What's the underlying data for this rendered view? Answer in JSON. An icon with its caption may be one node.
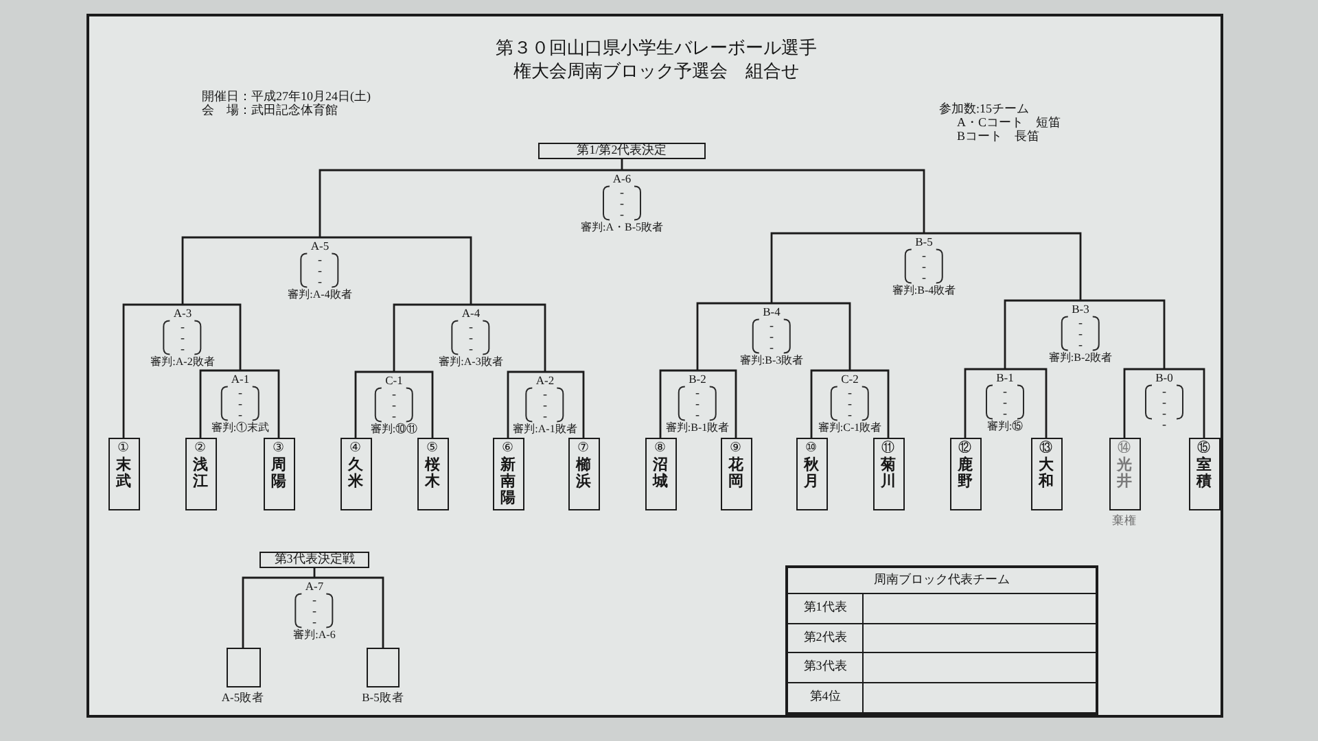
{
  "diagram": {
    "title": "第３０回山口県小学生バレーボール選手権大会周南ブロック予選会　組合せ",
    "nodes": [
      {
        "text": [
          "第1/第2代表決定"
        ]
      },
      {
        "text": [
          "A-6",
          "- - -",
          "審判:A・B-5敗者"
        ]
      },
      {
        "text": [
          "A-5",
          "- - -",
          "審判:A-4敗者"
        ]
      },
      {
        "text": [
          "B-5",
          "- - -",
          "審判:B-4敗者"
        ]
      },
      {
        "text": [
          "A-3",
          "- - -",
          "審判:A-2敗者"
        ]
      },
      {
        "text": [
          "A-4",
          "- - -",
          "審判:A-3敗者"
        ]
      },
      {
        "text": [
          "B-4",
          "- - -",
          "審判:B-3敗者"
        ]
      },
      {
        "text": [
          "B-3",
          "- - -",
          "審判:B-2敗者"
        ]
      },
      {
        "text": [
          "A-1",
          "- - -",
          "審判:①末武"
        ]
      },
      {
        "text": [
          "C-1",
          "- - -",
          "審判:⑩⑪"
        ]
      },
      {
        "text": [
          "A-2",
          "- - -",
          "審判:A-1敗者"
        ]
      },
      {
        "text": [
          "B-2",
          "- - -",
          "審判:B-1敗者"
        ]
      },
      {
        "text": [
          "C-2",
          "- - -",
          "審判:C-1敗者"
        ]
      },
      {
        "text": [
          "B-1",
          "- - -",
          "審判:⑮"
        ]
      },
      {
        "text": [
          "B-0",
          "- - - -"
        ]
      },
      {
        "text": [
          "①",
          "末武"
        ]
      },
      {
        "text": [
          "②",
          "浅江"
        ]
      },
      {
        "text": [
          "③",
          "周陽"
        ]
      },
      {
        "text": [
          "④",
          "久米"
        ]
      },
      {
        "text": [
          "⑤",
          "桜木"
        ]
      },
      {
        "text": [
          "⑥",
          "新南陽"
        ]
      },
      {
        "text": [
          "⑦",
          "櫛浜"
        ]
      },
      {
        "text": [
          "⑧",
          "沼城"
        ]
      },
      {
        "text": [
          "⑨",
          "花岡"
        ]
      },
      {
        "text": [
          "⑩",
          "秋月"
        ]
      },
      {
        "text": [
          "⑪",
          "菊川"
        ]
      },
      {
        "text": [
          "⑫",
          "鹿野"
        ]
      },
      {
        "text": [
          "⑬",
          "大和"
        ]
      },
      {
        "text": [
          "⑭",
          "光井"
        ],
        "beside": [
          "棄権"
        ]
      },
      {
        "text": [
          "⑮",
          "室積"
        ]
      },
      {
        "text": [
          "第3代表決定戦"
        ]
      },
      {
        "text": [
          "A-7",
          "- - -",
          "審判:A-6"
        ]
      },
      {
        "text": [],
        "shape": "box",
        "beside": [
          "A-5敗者"
        ]
      },
      {
        "text": [],
        "shape": "box",
        "beside": [
          "B-5敗者"
        ]
      }
    ],
    "edges": [
      {
        "from": 1,
        "to": 0,
        "arrow": "none"
      },
      {
        "from": 2,
        "to": 1,
        "arrow": "none"
      },
      {
        "from": 3,
        "to": 1,
        "arrow": "none"
      },
      {
        "from": 4,
        "to": 2,
        "arrow": "none"
      },
      {
        "from": 5,
        "to": 2,
        "arrow": "none"
      },
      {
        "from": 6,
        "to": 3,
        "arrow": "none"
      },
      {
        "from": 7,
        "to": 3,
        "arrow": "none"
      },
      {
        "from": 15,
        "to": 4,
        "arrow": "none"
      },
      {
        "from": 8,
        "to": 4,
        "arrow": "none"
      },
      {
        "from": 16,
        "to": 8,
        "arrow": "none"
      },
      {
        "from": 17,
        "to": 8,
        "arrow": "none"
      },
      {
        "from": 9,
        "to": 5,
        "arrow": "none"
      },
      {
        "from": 10,
        "to": 5,
        "arrow": "none"
      },
      {
        "from": 18,
        "to": 9,
        "arrow": "none"
      },
      {
        "from": 19,
        "to": 9,
        "arrow": "none"
      },
      {
        "from": 20,
        "to": 10,
        "arrow": "none"
      },
      {
        "from": 21,
        "to": 10,
        "arrow": "none"
      },
      {
        "from": 11,
        "to": 6,
        "arrow": "none"
      },
      {
        "from": 12,
        "to": 6,
        "arrow": "none"
      },
      {
        "from": 22,
        "to": 11,
        "arrow": "none"
      },
      {
        "from": 23,
        "to": 11,
        "arrow": "none"
      },
      {
        "from": 24,
        "to": 12,
        "arrow": "none"
      },
      {
        "from": 25,
        "to": 12,
        "arrow": "none"
      },
      {
        "from": 13,
        "to": 7,
        "arrow": "none"
      },
      {
        "from": 14,
        "to": 7,
        "arrow": "none"
      },
      {
        "from": 26,
        "to": 13,
        "arrow": "none"
      },
      {
        "from": 27,
        "to": 13,
        "arrow": "none"
      },
      {
        "from": 28,
        "to": 14,
        "arrow": "none"
      },
      {
        "from": 29,
        "to": 14,
        "arrow": "none"
      },
      {
        "from": 31,
        "to": 30,
        "arrow": "none"
      },
      {
        "from": 32,
        "to": 31,
        "arrow": "none"
      },
      {
        "from": 33,
        "to": 31,
        "arrow": "none"
      }
    ],
    "labels": [
      "開催日：平成27年10月24日(土)",
      "会　場：武田記念体育館",
      "参加数:15チーム",
      "A・Cコート　短笛",
      "Bコート　長笛",
      "周南ブロック代表チーム",
      "第1代表",
      "第2代表",
      "第3代表",
      "第4位"
    ]
  }
}
